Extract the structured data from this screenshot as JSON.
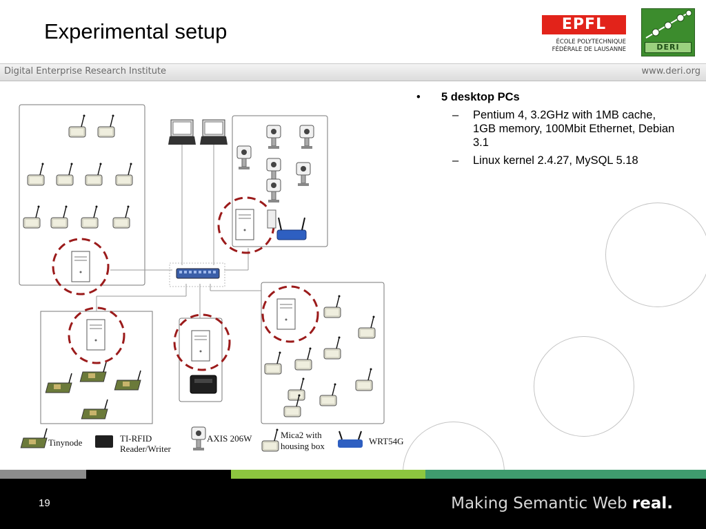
{
  "slide": {
    "title": "Experimental setup",
    "header_band": {
      "left": "Digital Enterprise Research Institute",
      "right": "www.deri.org"
    },
    "logos": {
      "epfl": {
        "word": "EPFL",
        "line1": "ÉCOLE POLYTECHNIQUE",
        "line2": "FÉDÉRALE DE LAUSANNE"
      },
      "deri": {
        "word": "DERI"
      }
    },
    "bullets": [
      {
        "text": "5 desktop PCs",
        "subs": [
          "Pentium 4, 3.2GHz with 1MB cache, 1GB memory, 100Mbit Ethernet, Debian 3.1",
          "Linux kernel 2.4.27, MySQL 5.18"
        ]
      }
    ],
    "legend": [
      {
        "icon": "tinynode-icon",
        "label": "Tinynode"
      },
      {
        "icon": "rfid-reader-icon",
        "label": "TI-RFID\nReader/Writer"
      },
      {
        "icon": "camera-icon",
        "label": "AXIS 206W"
      },
      {
        "icon": "mica2-icon",
        "label": "Mica2 with\nhousing box"
      },
      {
        "icon": "router-icon",
        "label": "WRT54G"
      }
    ],
    "footer": {
      "page_number": "19",
      "tagline_main": "Making Semantic Web",
      "tagline_bold": "real."
    },
    "colors": {
      "accent_red": "#e2231a",
      "deri_green": "#3c8c2d",
      "highlight_ring": "#9b1b1b",
      "strip_green": "#8dc63f"
    }
  }
}
